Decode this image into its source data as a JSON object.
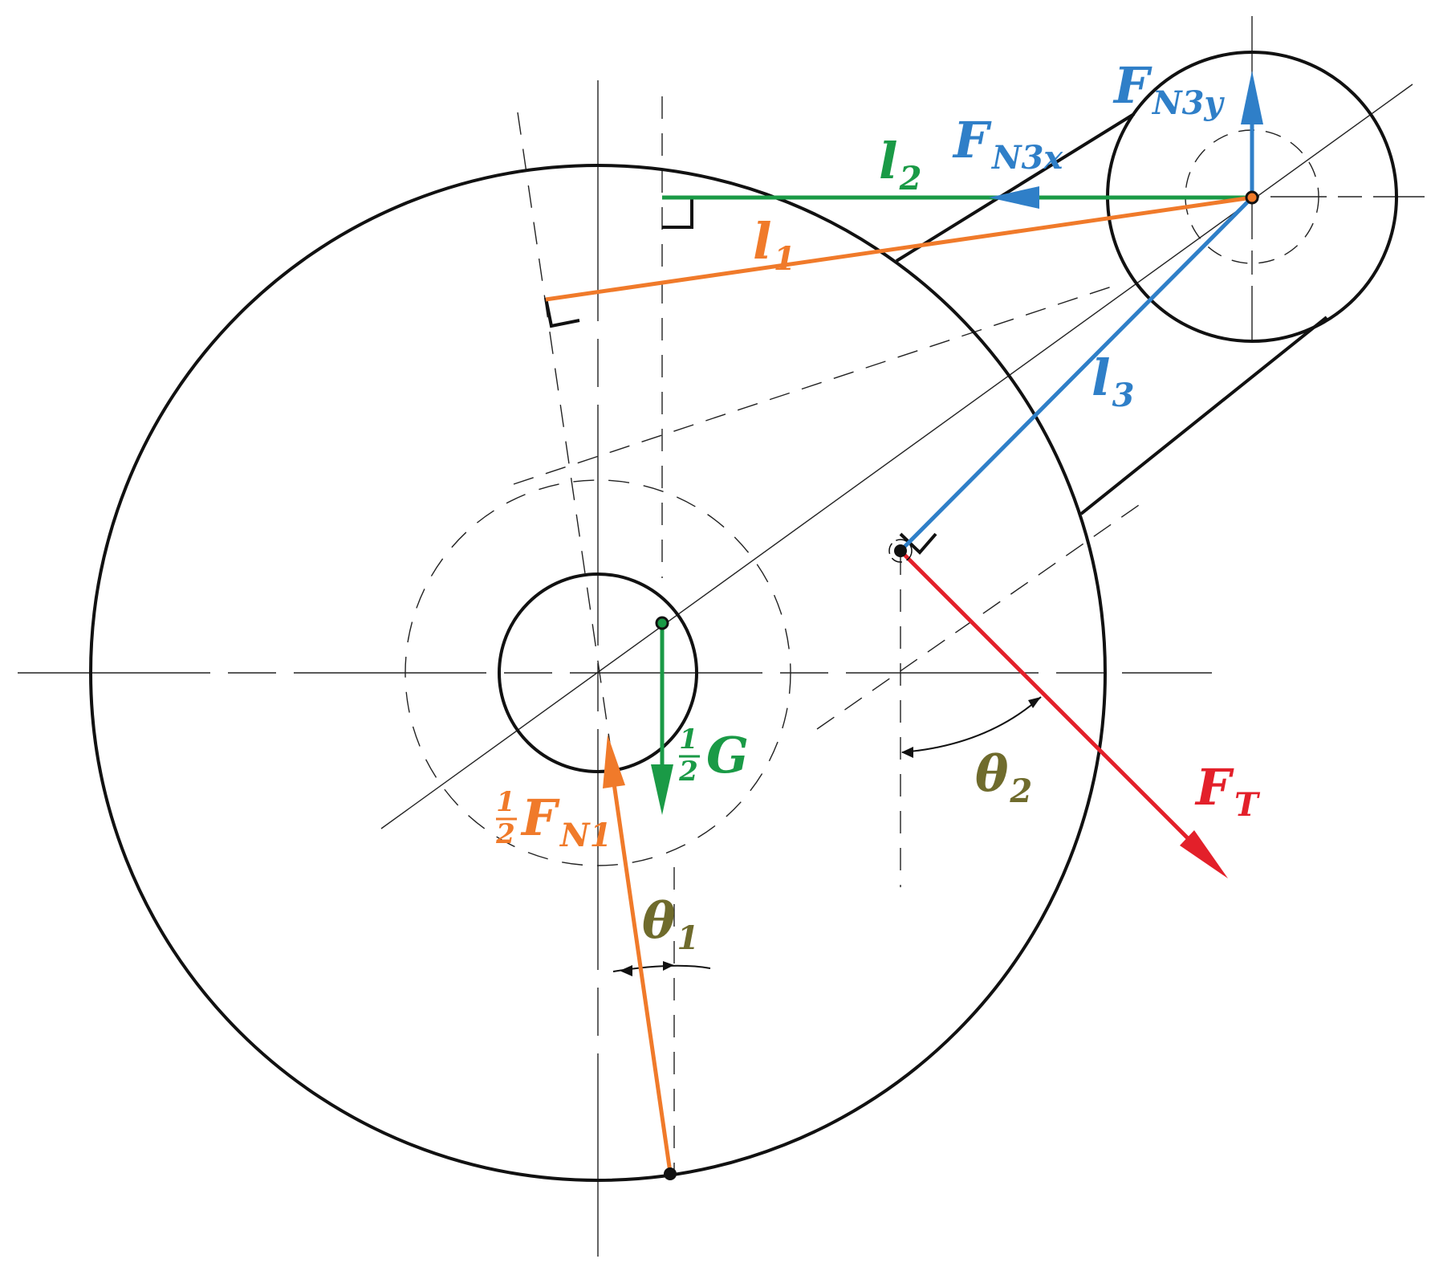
{
  "labels": {
    "fn3y": {
      "main": "F",
      "sub": "N3y"
    },
    "fn3x": {
      "main": "F",
      "sub": "N3x"
    },
    "l2": {
      "main": "l",
      "sub": "2"
    },
    "l1": {
      "main": "l",
      "sub": "1"
    },
    "l3": {
      "main": "l",
      "sub": "3"
    },
    "half_g": {
      "num": "1",
      "den": "2",
      "main": "G"
    },
    "half_fn1": {
      "num": "1",
      "den": "2",
      "main": "F",
      "sub": "N1"
    },
    "theta1": {
      "main": "θ",
      "sub": "1"
    },
    "theta2": {
      "main": "θ",
      "sub": "2"
    },
    "ft": {
      "main": "F",
      "sub": "T"
    }
  },
  "colors": {
    "green": "#1a9a46",
    "orange": "#f07a2a",
    "blue": "#2f7fc8",
    "red": "#e3202a",
    "olive": "#6f6b2c",
    "black": "#111111"
  }
}
